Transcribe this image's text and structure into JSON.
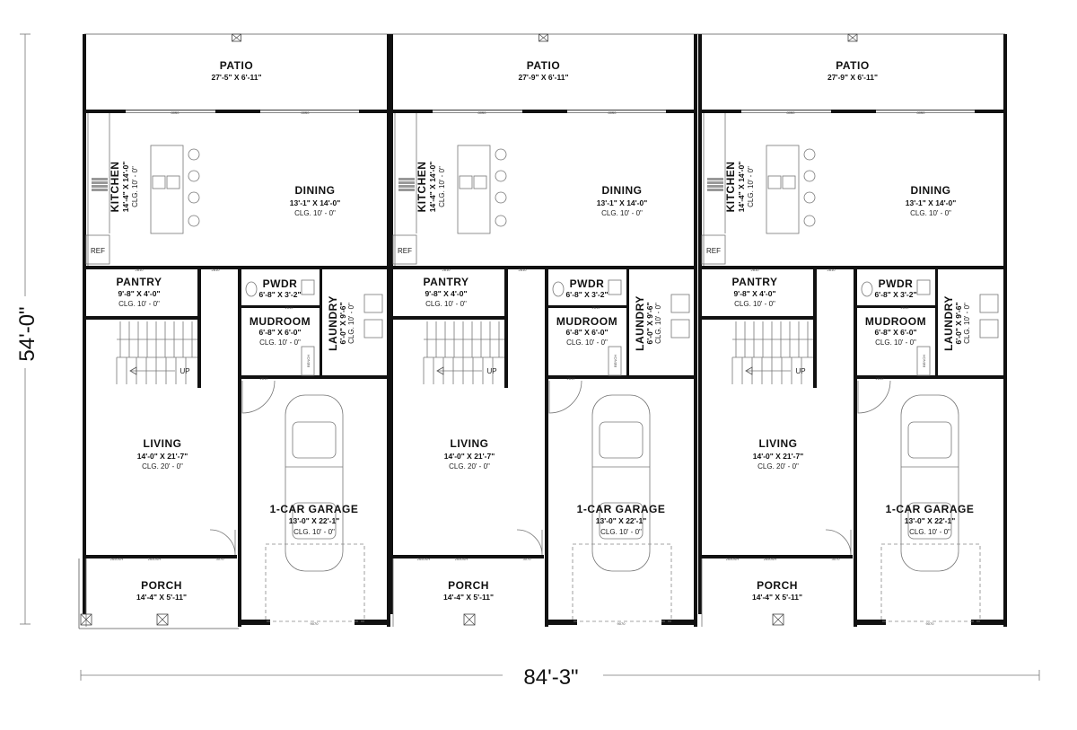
{
  "overall_dimensions": {
    "width": "84'-3\"",
    "depth": "54'-0\""
  },
  "units": [
    {
      "patio": {
        "name": "PATIO",
        "dims": "27'-5\" X 6'-11\""
      },
      "kitchen": {
        "name": "KITCHEN",
        "dims": "14'-4\" X 14'-0\"",
        "clg": "CLG. 10' - 0\""
      },
      "dining": {
        "name": "DINING",
        "dims": "13'-1\" X 14'-0\"",
        "clg": "CLG. 10' - 0\""
      },
      "ref": "REF",
      "pantry": {
        "name": "PANTRY",
        "dims": "9'-8\" X 4'-0\"",
        "clg": "CLG. 10' - 0\""
      },
      "pwdr": {
        "name": "PWDR",
        "dims": "6'-8\" X 3'-2\""
      },
      "laundry": {
        "name": "LAUNDRY",
        "dims": "6'-0\" X 9'-6\"",
        "clg": "CLG. 10' - 0\""
      },
      "mudroom": {
        "name": "MUDROOM",
        "dims": "6'-8\" X 6'-0\"",
        "clg": "CLG. 10' - 0\""
      },
      "bench": "BENCH",
      "stair_up": "UP",
      "living": {
        "name": "LIVING",
        "dims": "14'-0\" X 21'-7\"",
        "clg": "CLG. 20' - 0\""
      },
      "garage": {
        "name": "1-CAR GARAGE",
        "dims": "13'-0\" X 22'-1\"",
        "clg": "CLG. 10' - 0\""
      },
      "porch": {
        "name": "PORCH",
        "dims": "14'-4\" X 5'-11\""
      }
    },
    {
      "patio": {
        "name": "PATIO",
        "dims": "27'-9\" X 6'-11\""
      },
      "kitchen": {
        "name": "KITCHEN",
        "dims": "14'-4\" X 14'-0\"",
        "clg": "CLG. 10' - 0\""
      },
      "dining": {
        "name": "DINING",
        "dims": "13'-1\" X 14'-0\"",
        "clg": "CLG. 10' - 0\""
      },
      "ref": "REF",
      "pantry": {
        "name": "PANTRY",
        "dims": "9'-8\" X 4'-0\"",
        "clg": "CLG. 10' - 0\""
      },
      "pwdr": {
        "name": "PWDR",
        "dims": "6'-8\" X 3'-2\""
      },
      "laundry": {
        "name": "LAUNDRY",
        "dims": "6'-0\" X 9'-6\"",
        "clg": "CLG. 10' - 0\""
      },
      "mudroom": {
        "name": "MUDROOM",
        "dims": "6'-8\" X 6'-0\"",
        "clg": "CLG. 10' - 0\""
      },
      "bench": "BENCH",
      "stair_up": "UP",
      "living": {
        "name": "LIVING",
        "dims": "14'-0\" X 21'-7\"",
        "clg": "CLG. 20' - 0\""
      },
      "garage": {
        "name": "1-CAR GARAGE",
        "dims": "13'-0\" X 22'-1\"",
        "clg": "CLG. 10' - 0\""
      },
      "porch": {
        "name": "PORCH",
        "dims": "14'-4\" X 5'-11\""
      }
    },
    {
      "patio": {
        "name": "PATIO",
        "dims": "27'-9\" X 6'-11\""
      },
      "kitchen": {
        "name": "KITCHEN",
        "dims": "14'-4\" X 14'-0\"",
        "clg": "CLG. 10' - 0\""
      },
      "dining": {
        "name": "DINING",
        "dims": "13'-1\" X 14'-0\"",
        "clg": "CLG. 10' - 0\""
      },
      "ref": "REF",
      "pantry": {
        "name": "PANTRY",
        "dims": "9'-8\" X 4'-0\"",
        "clg": "CLG. 10' - 0\""
      },
      "pwdr": {
        "name": "PWDR",
        "dims": "6'-8\" X 3'-2\""
      },
      "laundry": {
        "name": "LAUNDRY",
        "dims": "6'-0\" X 9'-6\"",
        "clg": "CLG. 10' - 0\""
      },
      "mudroom": {
        "name": "MUDROOM",
        "dims": "6'-8\" X 6'-0\"",
        "clg": "CLG. 10' - 0\""
      },
      "bench": "BENCH",
      "stair_up": "UP",
      "living": {
        "name": "LIVING",
        "dims": "14'-0\" X 21'-7\"",
        "clg": "CLG. 20' - 0\""
      },
      "garage": {
        "name": "1-CAR GARAGE",
        "dims": "13'-0\" X 22'-1\"",
        "clg": "CLG. 10' - 0\""
      },
      "porch": {
        "name": "PORCH",
        "dims": "14'-4\" X 5'-11\""
      }
    }
  ],
  "door_tags": {
    "slider": "8050",
    "swing_a": "2610",
    "swing_b": "2810",
    "window": "2650SH",
    "front": "3070",
    "garage": "9070",
    "small": "1210"
  }
}
